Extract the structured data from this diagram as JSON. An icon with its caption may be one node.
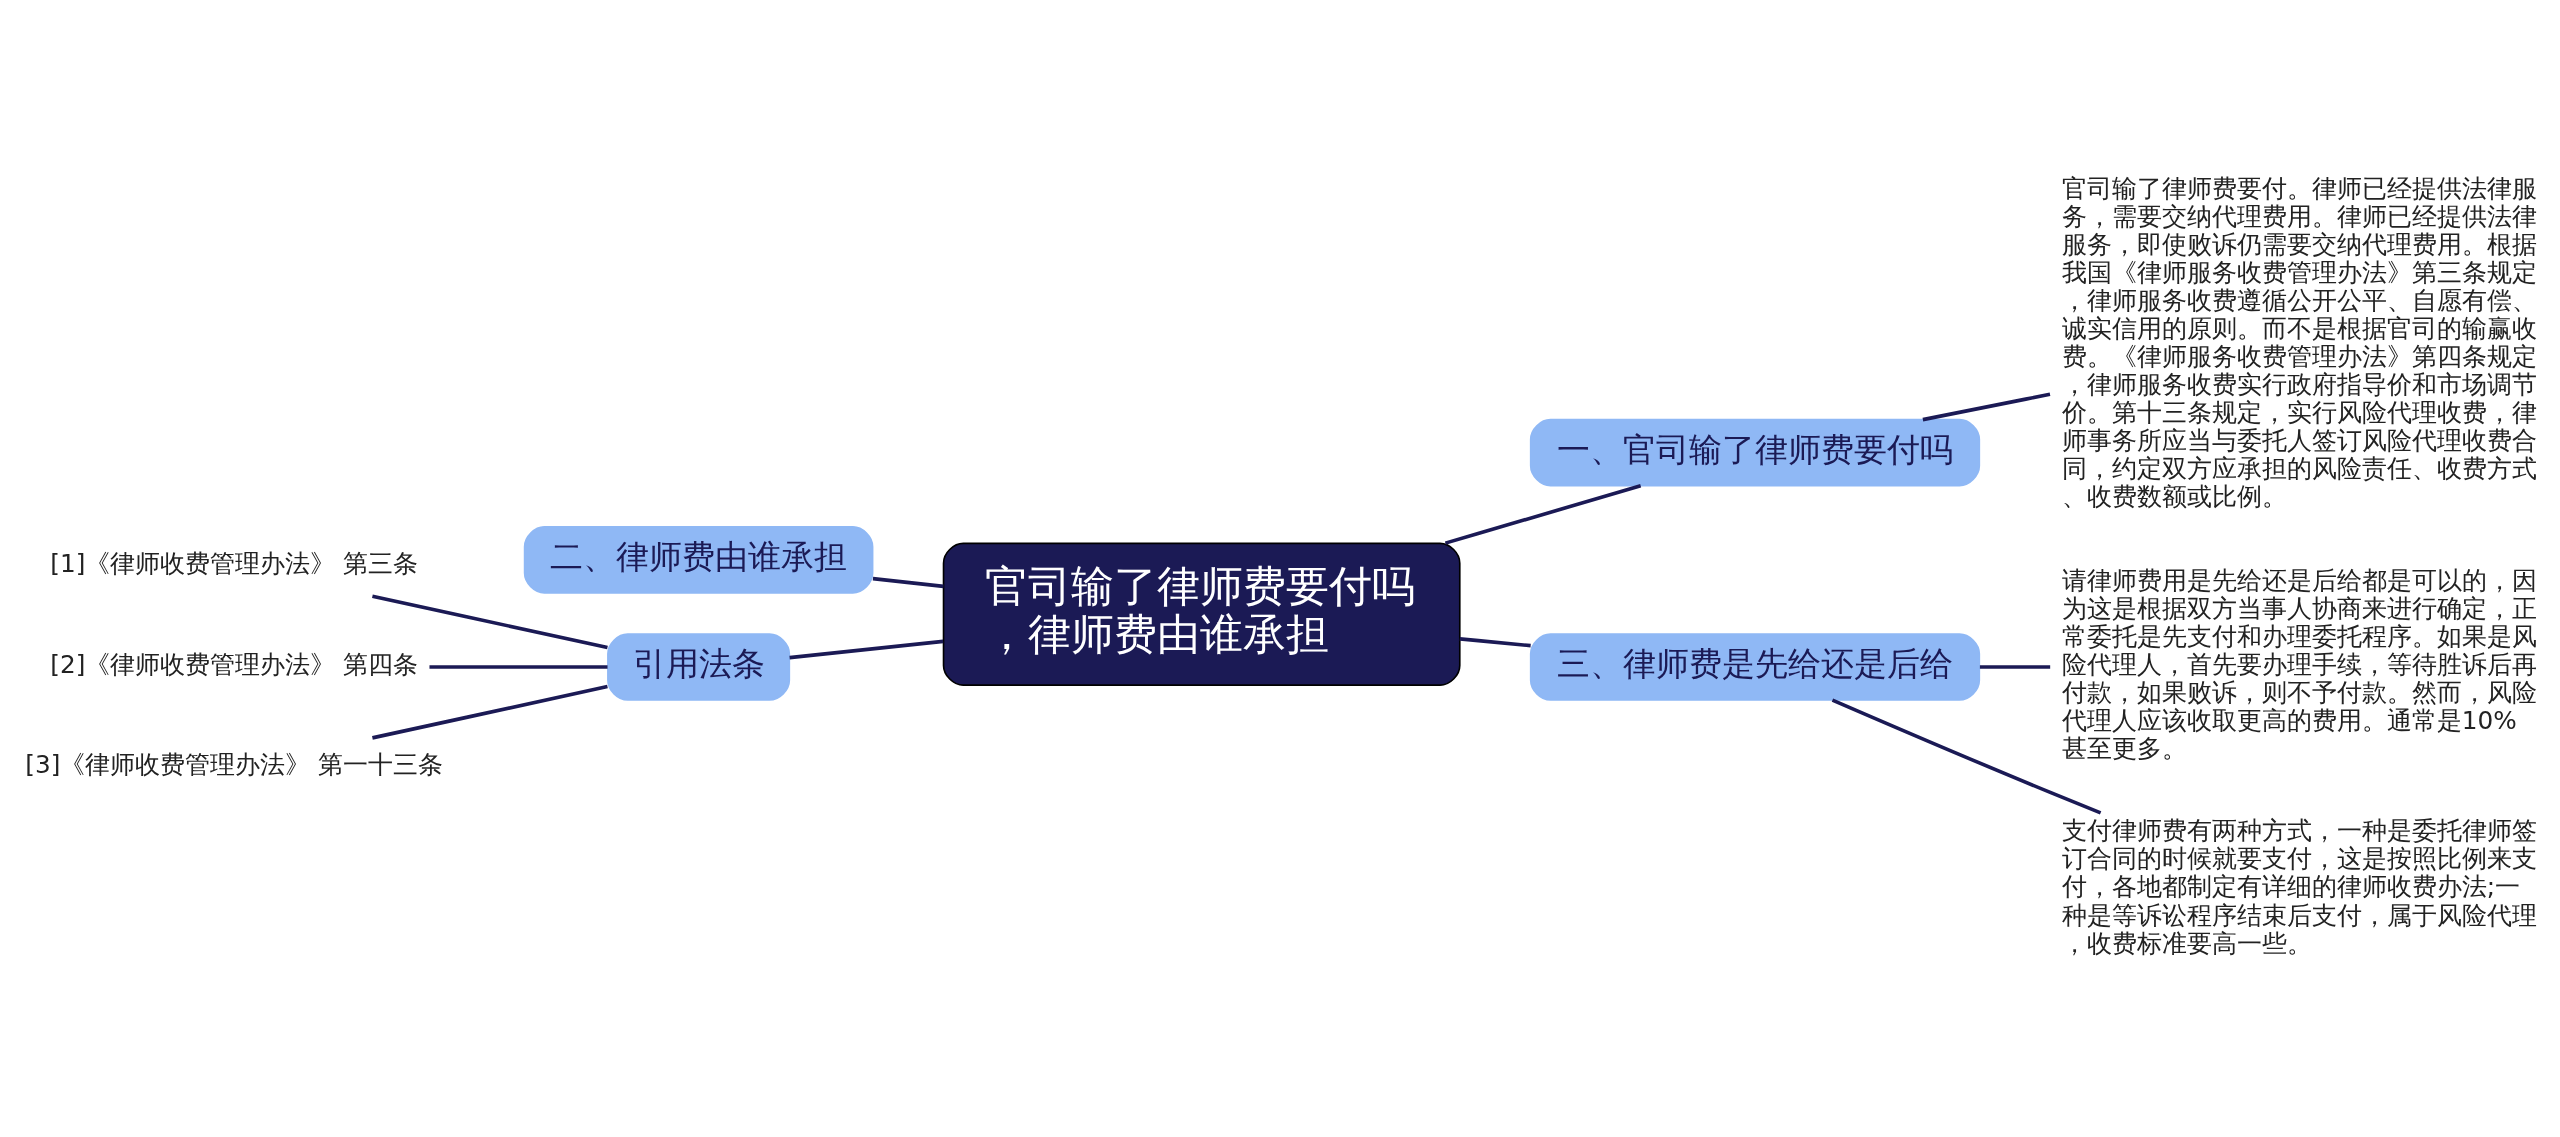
{
  "diagram": {
    "nodes": [
      {
        "text": [
          "官司输了律师费要付吗，律师费由谁承担"
        ]
      },
      {
        "text": [
          "一、官司输了律师费要付吗"
        ]
      },
      {
        "text": [
          "官司输了律师费要付。律师已经提供法律服务，需要交纳代理费用。律师已经提供法律服务，即使败诉仍需要交纳代理费用。根据我国《律师服务收费管理办法》第三条规定，律师服务收费遵循公开公平、自愿有偿、诚实信用的原则。而不是根据官司的输赢收费。《律师服务收费管理办法》第四条规定，律师服务收费实行政府指导价和市场调节价。第十三条规定，实行风险代理收费，律师事务所应当与委托人签订风险代理收费合同，约定双方应承担的风险责任、收费方式、收费数额或比例。"
        ]
      },
      {
        "text": [
          "二、律师费由谁承担"
        ]
      },
      {
        "text": [
          "引用法条"
        ]
      },
      {
        "text": [
          "[1]《律师收费管理办法》 第三条"
        ]
      },
      {
        "text": [
          "[2]《律师收费管理办法》 第四条"
        ]
      },
      {
        "text": [
          "[3]《律师收费管理办法》 第一十三条"
        ]
      },
      {
        "text": [
          "三、律师费是先给还是后给"
        ]
      },
      {
        "text": [
          "请律师费用是先给还是后给都是可以的，因为这是根据双方当事人协商来进行确定，正常委托是先支付和办理委托程序。如果是风险代理人，首先要办理手续，等待胜诉后再付款，如果败诉，则不予付款。然而，风险代理人应该收取更高的费用。通常是10%甚至更多。"
        ]
      },
      {
        "text": [
          "支付律师费有两种方式，一种是委托律师签订合同的时候就要支付，这是按照比例来支付，各地都制定有详细的律师收费办法;一种是等诉讼程序结束后支付，属于风险代理，收费标准要高一些。"
        ]
      }
    ],
    "edges": [
      {
        "from": 0,
        "to": 1,
        "arrow": "none"
      },
      {
        "from": 1,
        "to": 2,
        "arrow": "none"
      },
      {
        "from": 0,
        "to": 3,
        "arrow": "none"
      },
      {
        "from": 0,
        "to": 4,
        "arrow": "none"
      },
      {
        "from": 4,
        "to": 5,
        "arrow": "none"
      },
      {
        "from": 4,
        "to": 6,
        "arrow": "none"
      },
      {
        "from": 4,
        "to": 7,
        "arrow": "none"
      },
      {
        "from": 0,
        "to": 8,
        "arrow": "none"
      },
      {
        "from": 8,
        "to": 9,
        "arrow": "none"
      },
      {
        "from": 8,
        "to": 10,
        "arrow": "none"
      }
    ]
  }
}
